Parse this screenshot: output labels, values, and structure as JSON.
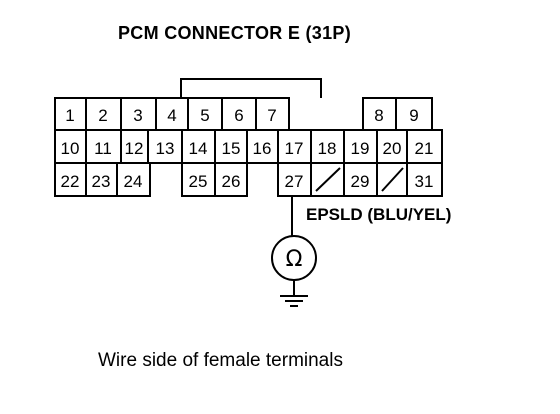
{
  "title": "PCM CONNECTOR E (31P)",
  "caption": "Wire side of female terminals",
  "wire": {
    "terminal": "27",
    "label": "EPSLD (BLU/YEL)",
    "symbol": "Ω"
  },
  "terminals": {
    "row1": [
      "1",
      "2",
      "3",
      "4",
      "5",
      "6",
      "7",
      "",
      "8",
      "9"
    ],
    "row2": [
      "10",
      "11",
      "12",
      "13",
      "14",
      "15",
      "16",
      "17",
      "18",
      "19",
      "20",
      "21"
    ],
    "row3": [
      "22",
      "23",
      "24",
      "",
      "25",
      "26",
      "",
      "27",
      "",
      "29",
      "",
      "31"
    ]
  },
  "empty_cavity_style": "diagonal-slash"
}
